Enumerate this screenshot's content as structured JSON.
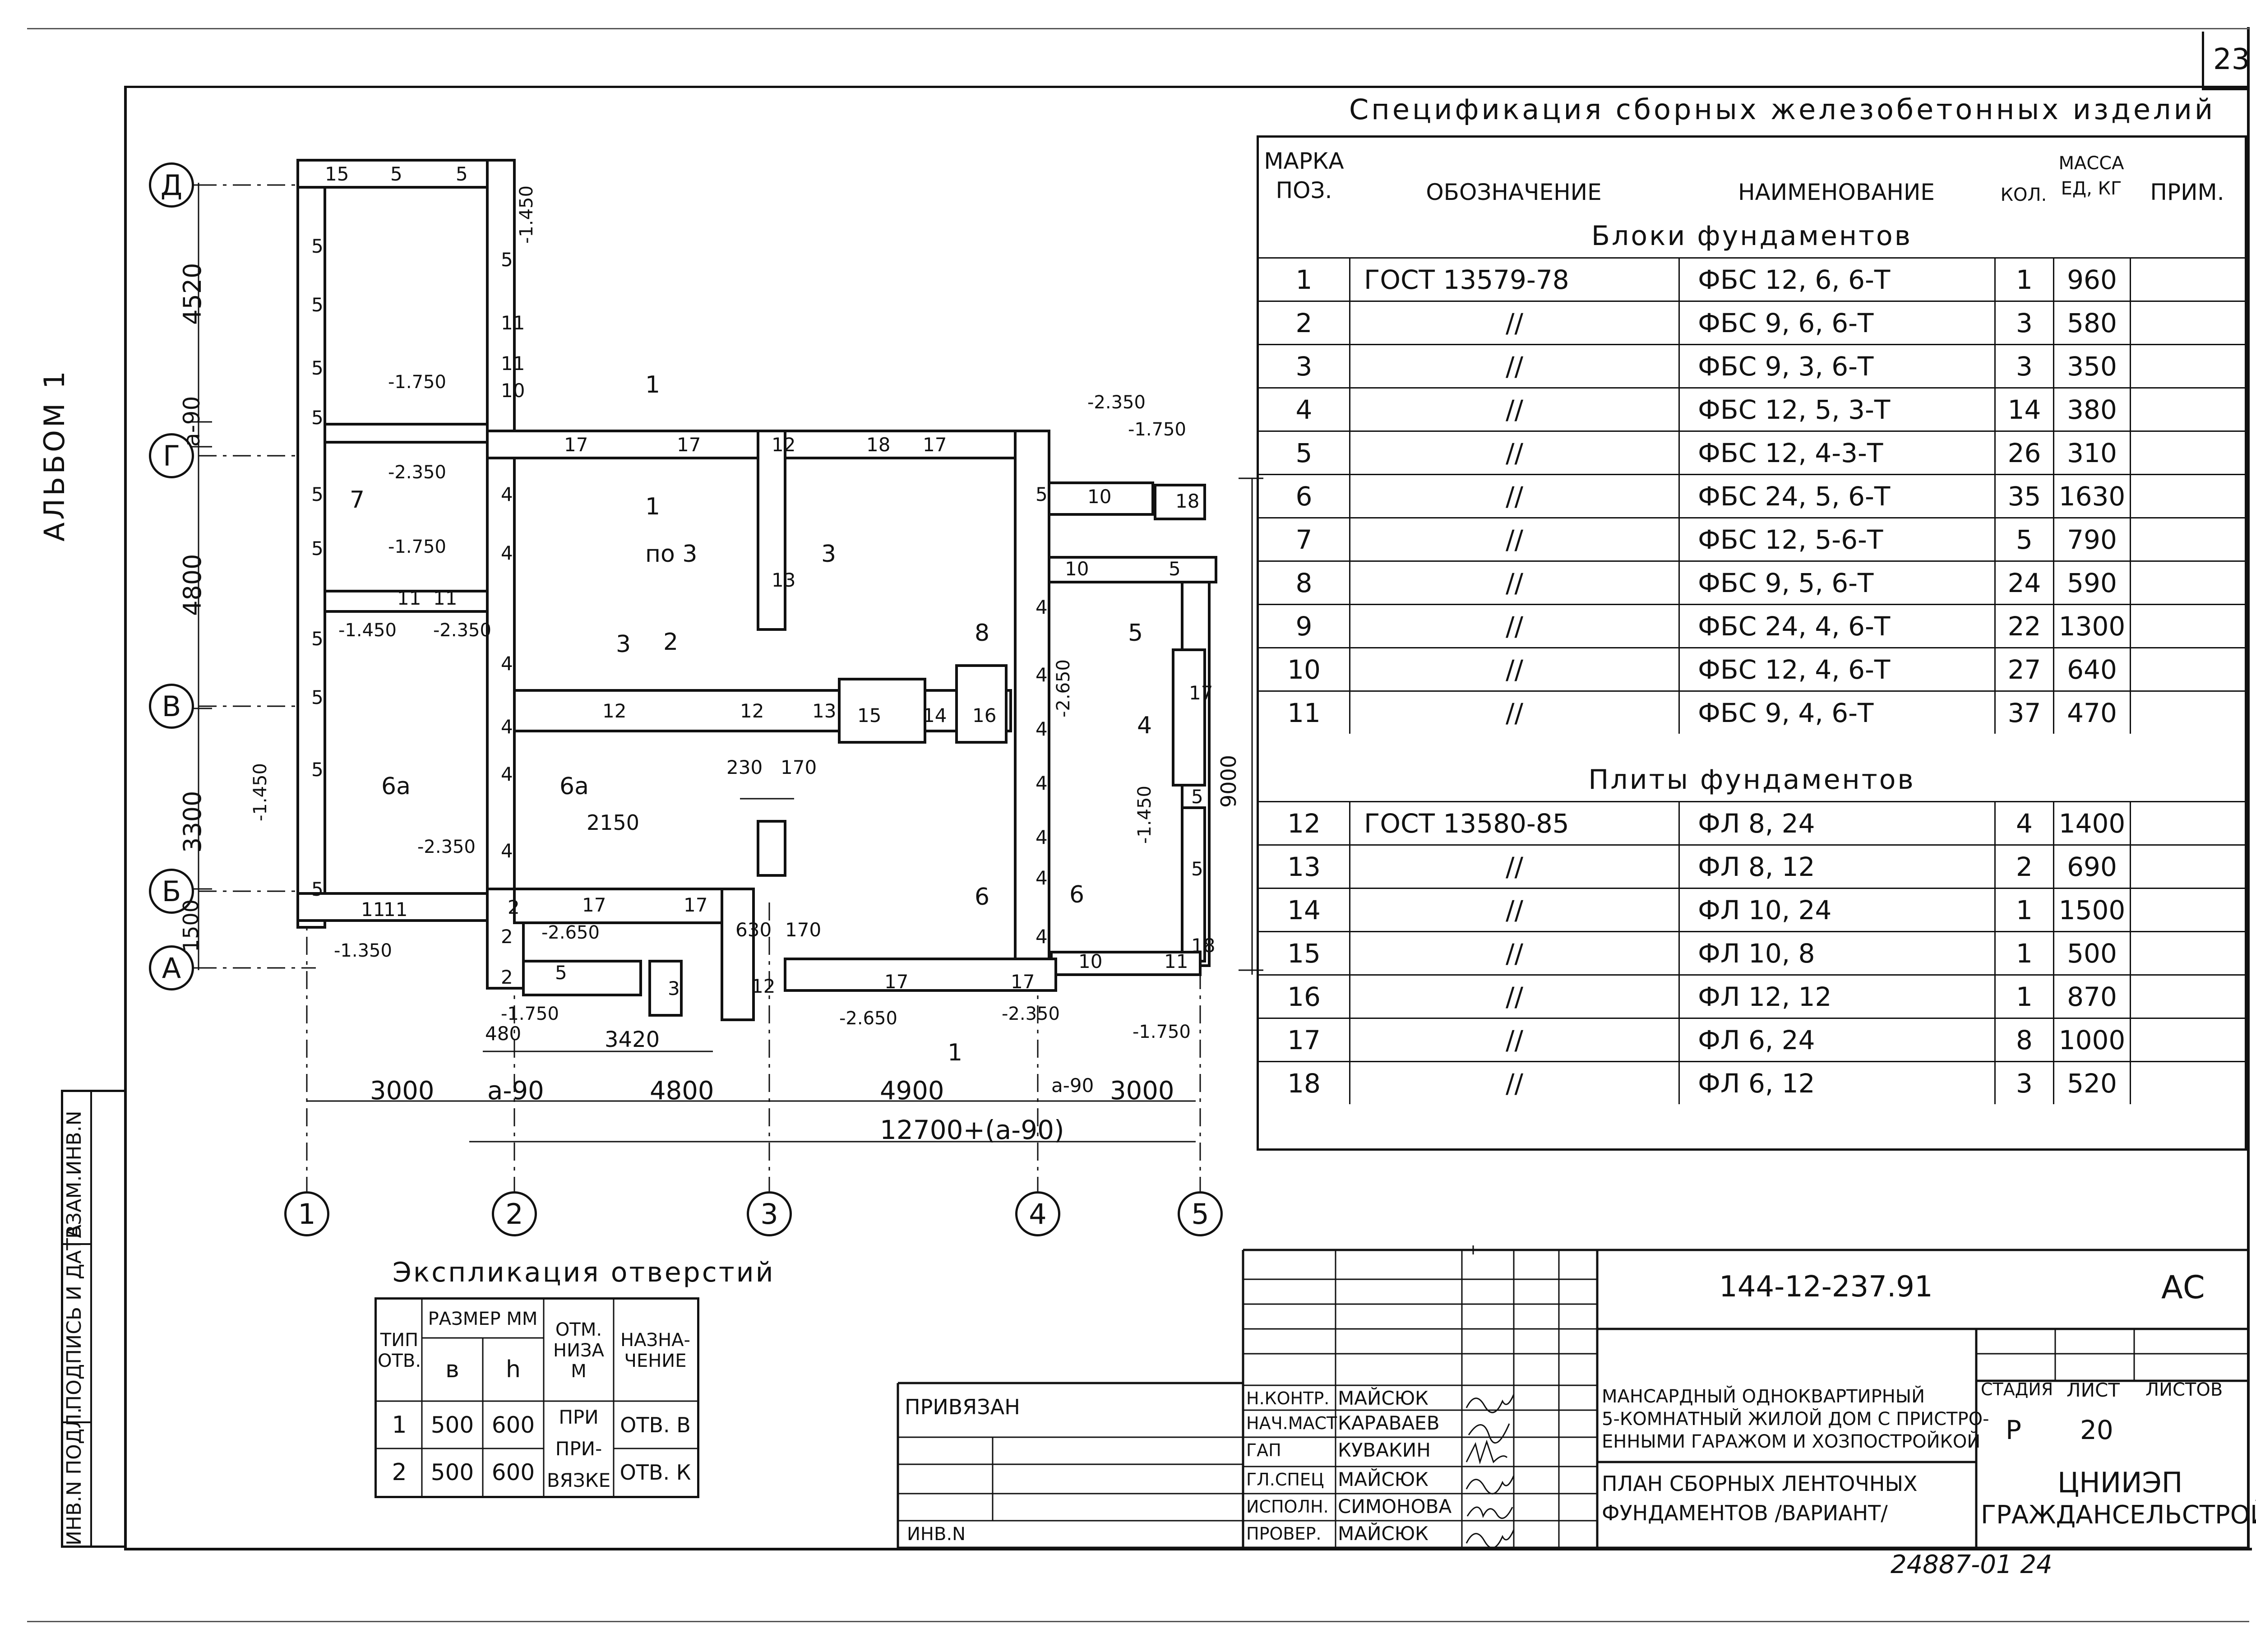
{
  "sheet_number": "23",
  "album_label": "АЛЬБОМ 1",
  "left_stamp": [
    "ИНВ.N ПОДЛ.",
    "ПОДПИСЬ И ДАТА",
    "ВЗАМ.ИНВ.N"
  ],
  "spec": {
    "title": "Спецификация сборных железобетонных изделий",
    "headers": {
      "mark": "МАРКА ПОЗ.",
      "designation": "ОБОЗНАЧЕНИЕ",
      "name": "НАИМЕНОВАНИЕ",
      "qty": "КОЛ.",
      "mass": "МАССА ЕД, КГ",
      "note": "ПРИМ."
    },
    "section1": "Блоки фундаментов",
    "rows1": [
      {
        "pos": "1",
        "designation": "ГОСТ 13579-78",
        "name": "ФБС 12, 6, 6-Т",
        "qty": "1",
        "mass": "960"
      },
      {
        "pos": "2",
        "designation": "//",
        "name": "ФБС 9, 6, 6-Т",
        "qty": "3",
        "mass": "580"
      },
      {
        "pos": "3",
        "designation": "//",
        "name": "ФБС 9, 3, 6-Т",
        "qty": "3",
        "mass": "350"
      },
      {
        "pos": "4",
        "designation": "//",
        "name": "ФБС 12, 5, 3-Т",
        "qty": "14",
        "mass": "380"
      },
      {
        "pos": "5",
        "designation": "//",
        "name": "ФБС 12, 4-3-Т",
        "qty": "26",
        "mass": "310"
      },
      {
        "pos": "6",
        "designation": "//",
        "name": "ФБС 24, 5, 6-Т",
        "qty": "35",
        "mass": "1630"
      },
      {
        "pos": "7",
        "designation": "//",
        "name": "ФБС 12, 5-6-Т",
        "qty": "5",
        "mass": "790"
      },
      {
        "pos": "8",
        "designation": "//",
        "name": "ФБС 9, 5, 6-Т",
        "qty": "24",
        "mass": "590"
      },
      {
        "pos": "9",
        "designation": "//",
        "name": "ФБС 24, 4, 6-Т",
        "qty": "22",
        "mass": "1300"
      },
      {
        "pos": "10",
        "designation": "//",
        "name": "ФБС 12, 4, 6-Т",
        "qty": "27",
        "mass": "640"
      },
      {
        "pos": "11",
        "designation": "//",
        "name": "ФБС 9, 4, 6-Т",
        "qty": "37",
        "mass": "470"
      }
    ],
    "section2": "Плиты фундаментов",
    "rows2": [
      {
        "pos": "12",
        "designation": "ГОСТ 13580-85",
        "name": "ФЛ 8, 24",
        "qty": "4",
        "mass": "1400"
      },
      {
        "pos": "13",
        "designation": "//",
        "name": "ФЛ 8, 12",
        "qty": "2",
        "mass": "690"
      },
      {
        "pos": "14",
        "designation": "//",
        "name": "ФЛ 10, 24",
        "qty": "1",
        "mass": "1500"
      },
      {
        "pos": "15",
        "designation": "//",
        "name": "ФЛ 10, 8",
        "qty": "1",
        "mass": "500"
      },
      {
        "pos": "16",
        "designation": "//",
        "name": "ФЛ 12, 12",
        "qty": "1",
        "mass": "870"
      },
      {
        "pos": "17",
        "designation": "//",
        "name": "ФЛ 6, 24",
        "qty": "8",
        "mass": "1000"
      },
      {
        "pos": "18",
        "designation": "//",
        "name": "ФЛ 6, 12",
        "qty": "3",
        "mass": "520"
      }
    ]
  },
  "openings": {
    "title": "Экспликация отверстий",
    "h_type": "ТИП ОТВ.",
    "h_size": "РАЗМЕР ММ",
    "h_b": "в",
    "h_h": "h",
    "h_level": "ОТМ. НИЗА М",
    "h_purpose": "НАЗНА- ЧЕНИЕ",
    "rows": [
      {
        "type": "1",
        "b": "500",
        "h": "600",
        "level": "ПРИ",
        "purpose": "ОТВ. В"
      },
      {
        "type": "2",
        "b": "500",
        "h": "600",
        "level": "ВЯЗКЕ",
        "purpose": "ОТВ. К"
      }
    ],
    "level_mid": "ПРИ-"
  },
  "title_block": {
    "code": "144-12-237.91",
    "mark": "АС",
    "bound_label": "ПРИВЯЗАН",
    "inv_label": "ИНВ.N",
    "roles": [
      {
        "role": "Н.КОНТР.",
        "name": "МАЙСЮК"
      },
      {
        "role": "НАЧ.МАСТ",
        "name": "КАРАВАЕВ"
      },
      {
        "role": "ГАП",
        "name": "КУВАКИН"
      },
      {
        "role": "ГЛ.СПЕЦ",
        "name": "МАЙСЮК"
      },
      {
        "role": "ИСПОЛН.",
        "name": "СИМОНОВА"
      },
      {
        "role": "ПРОВЕР.",
        "name": "МАЙСЮК"
      }
    ],
    "project_lines": [
      "МАНСАРДНЫЙ ОДНОКВАРТИРНЫЙ",
      "5-КОМНАТНЫЙ ЖИЛОЙ ДОМ С ПРИСТРО-",
      "ЕННЫМИ ГАРАЖОМ И ХОЗПОСТРОЙКОЙ"
    ],
    "sheet_title_lines": [
      "ПЛАН СБОРНЫХ ЛЕНТОЧНЫХ",
      "ФУНДАМЕНТОВ /ВАРИАНТ/"
    ],
    "stage_label": "СТАДИЯ",
    "sheet_label": "ЛИСТ",
    "sheets_label": "ЛИСТОВ",
    "stage": "Р",
    "sheet": "20",
    "org_lines": [
      "ЦНИИЭП",
      "ГРАЖДАНСЕЛЬСТРОЙ"
    ],
    "footer": "24887-01   24"
  },
  "plan": {
    "axes_cols": [
      "1",
      "2",
      "3",
      "4",
      "5"
    ],
    "axes_rows": [
      "Д",
      "Г",
      "В",
      "Б",
      "А"
    ],
    "left_dims": [
      "4520",
      "4800",
      "3300",
      "1500"
    ],
    "left_dim_small": "а-90",
    "bottom_dims": [
      "3000",
      "а-90",
      "4800",
      "4900",
      "а-90",
      "3000"
    ],
    "bottom_total": "12700+(а-90)",
    "right_dim": "9000",
    "sub_dims": [
      "480",
      "3420",
      "2150",
      "630",
      "170",
      "230",
      "170"
    ],
    "levels": [
      "-1.450",
      "-1.750",
      "-2.350",
      "-2.650",
      "-1.350"
    ],
    "section_labels": [
      "1",
      "2",
      "3",
      "4",
      "5",
      "6",
      "6а",
      "7",
      "8",
      "по 3"
    ]
  }
}
